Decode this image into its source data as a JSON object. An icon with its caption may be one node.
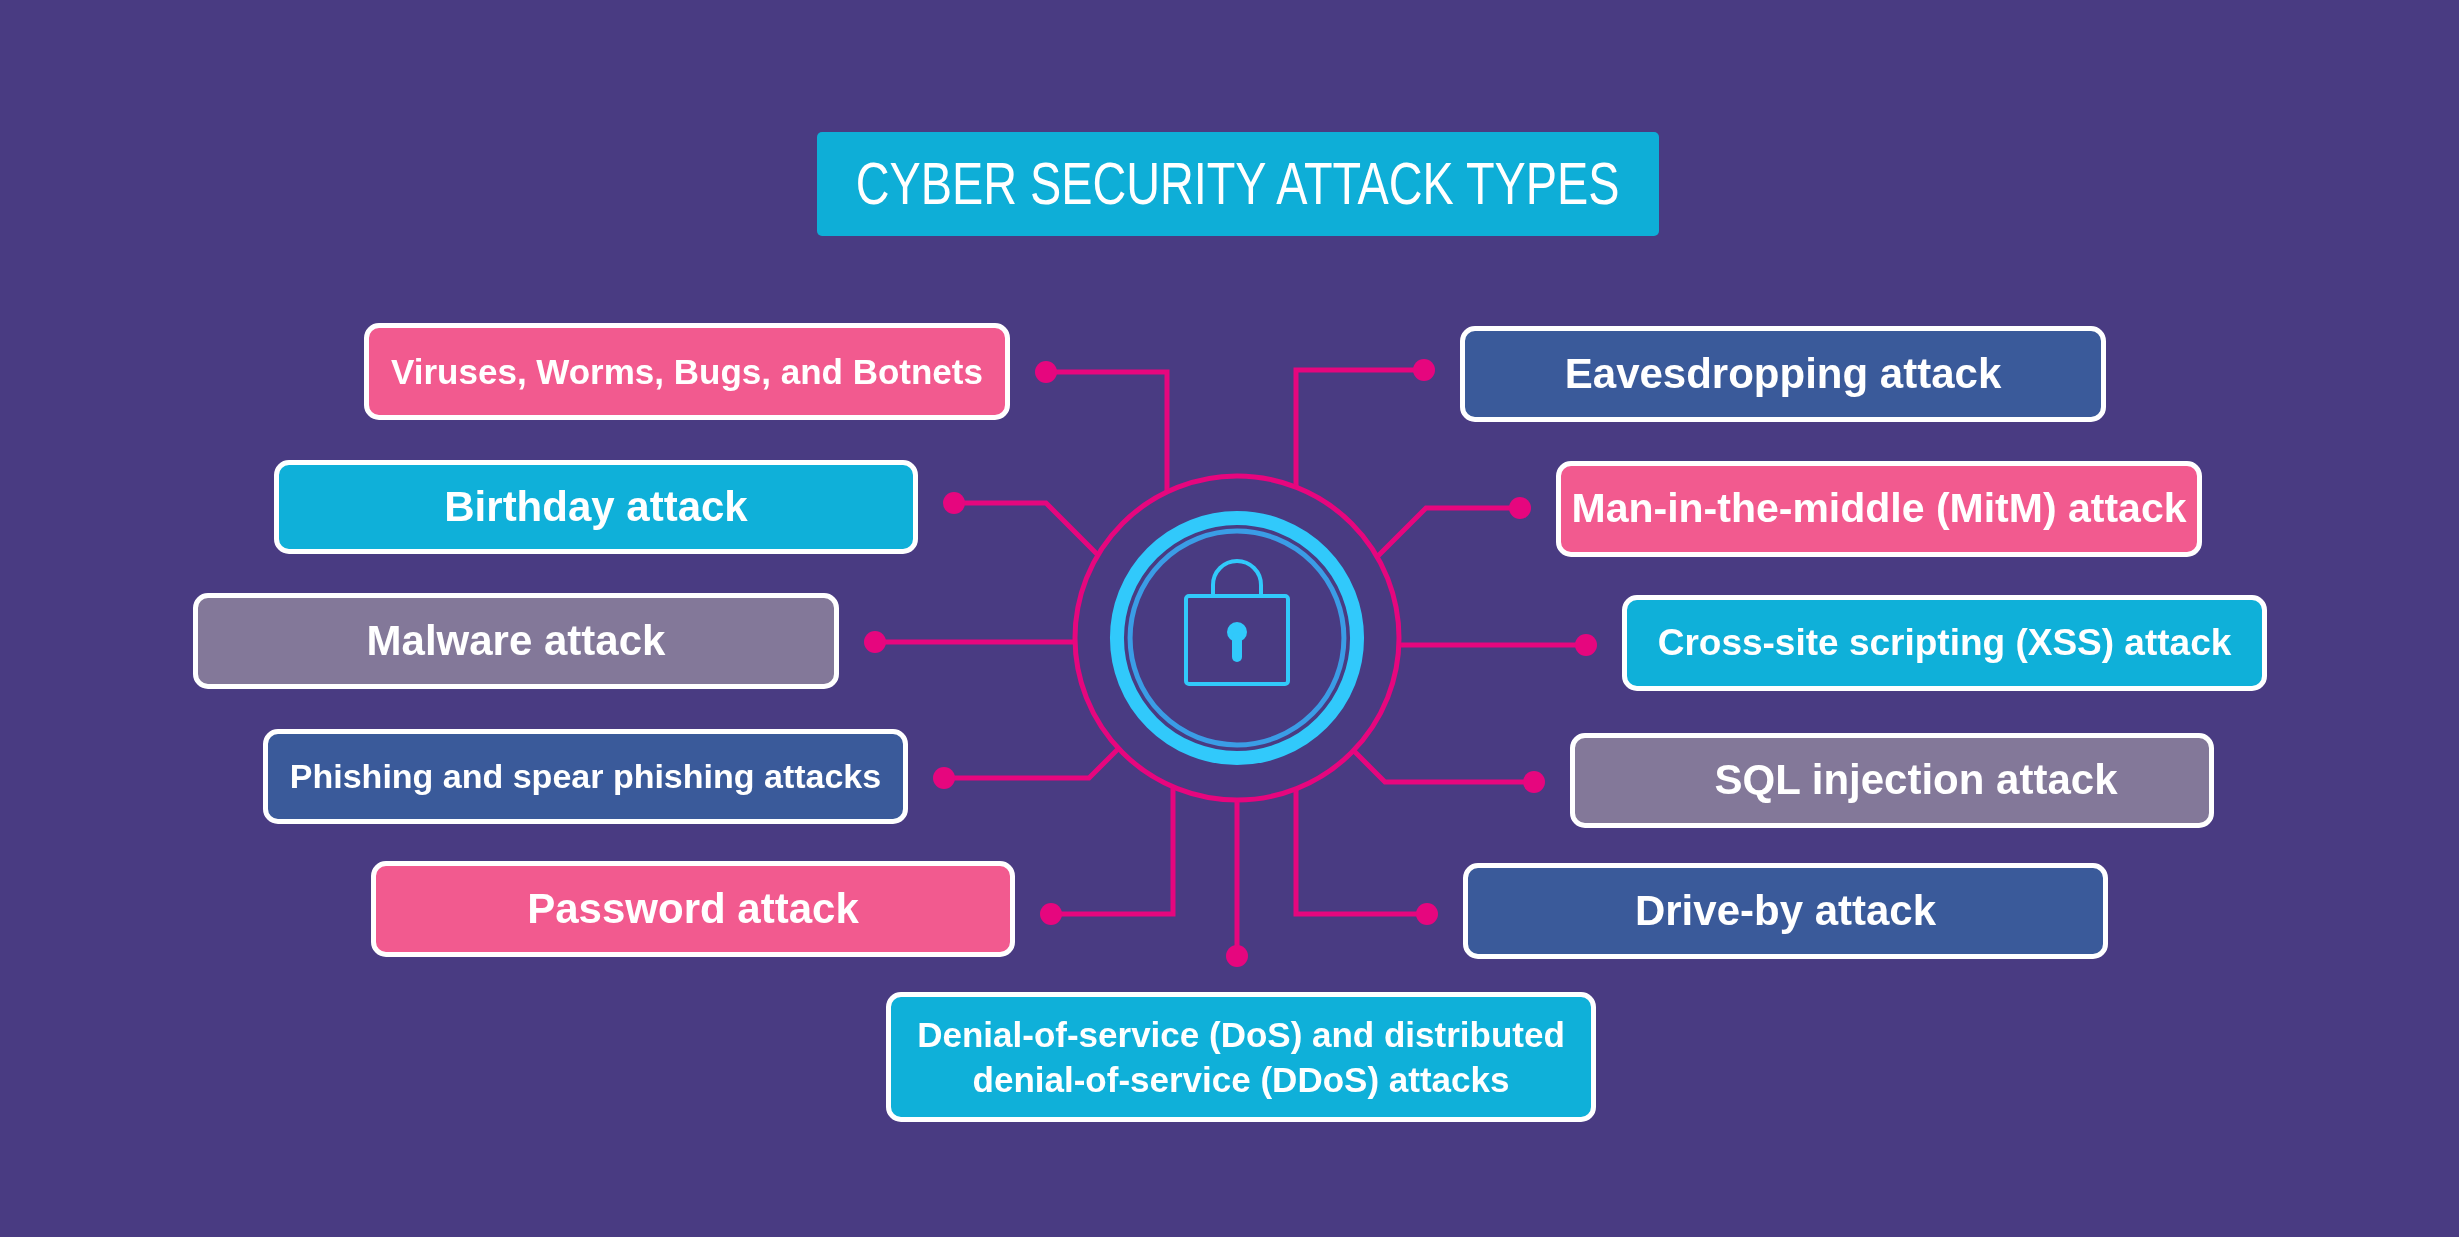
{
  "diagram": {
    "title": "CYBER SECURITY ATTACK TYPES",
    "nodes": [
      {
        "text": [],
        "shape": "circle"
      },
      {
        "text": [
          "Viruses, Worms, Bugs, and Botnets"
        ]
      },
      {
        "text": [
          "Eavesdropping attack"
        ]
      },
      {
        "text": [
          "Birthday attack"
        ]
      },
      {
        "text": [
          "Man-in-the-middle (MitM) attack"
        ]
      },
      {
        "text": [
          "Malware attack"
        ]
      },
      {
        "text": [
          "Cross-site scripting (XSS) attack"
        ]
      },
      {
        "text": [
          "Phishing and spear phishing attacks"
        ]
      },
      {
        "text": [
          "SQL injection attack"
        ]
      },
      {
        "text": [
          "Password attack"
        ]
      },
      {
        "text": [
          "Drive-by attack"
        ]
      },
      {
        "text": [
          "Denial-of-service (DoS) and distributed denial-of-service (DDoS) attacks"
        ]
      }
    ],
    "edges": [
      {
        "from": 0,
        "to": 1,
        "arrow": "other"
      },
      {
        "from": 0,
        "to": 2,
        "arrow": "other"
      },
      {
        "from": 0,
        "to": 3,
        "arrow": "other"
      },
      {
        "from": 0,
        "to": 4,
        "arrow": "other"
      },
      {
        "from": 0,
        "to": 5,
        "arrow": "other"
      },
      {
        "from": 0,
        "to": 6,
        "arrow": "other"
      },
      {
        "from": 0,
        "to": 7,
        "arrow": "other"
      },
      {
        "from": 0,
        "to": 8,
        "arrow": "other"
      },
      {
        "from": 0,
        "to": 9,
        "arrow": "other"
      },
      {
        "from": 0,
        "to": 10,
        "arrow": "other"
      },
      {
        "from": 0,
        "to": 11,
        "arrow": "other"
      }
    ]
  }
}
